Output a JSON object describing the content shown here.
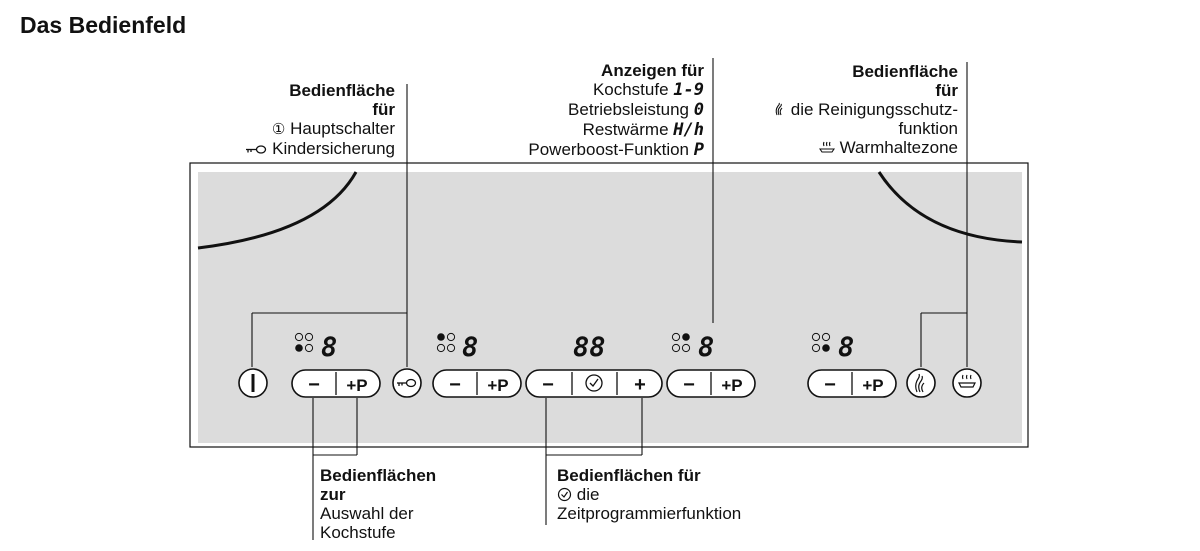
{
  "title": "Das Bedienfeld",
  "callout_main_switch": {
    "heading_line1": "Bedienfläche",
    "heading_line2": "für",
    "line1_icon": "power-icon",
    "line1": "Hauptschalter",
    "line2_icon": "key-icon",
    "line2": "Kindersicherung"
  },
  "callout_displays": {
    "heading": "Anzeigen für",
    "line1": "Kochstufe",
    "line1_symbol": "1-9",
    "line2": "Betriebsleistung",
    "line2_symbol": "0",
    "line3": "Restwärme",
    "line3_symbol": "H/h",
    "line4": "Powerboost-Funktion",
    "line4_symbol": "P"
  },
  "callout_cleaning": {
    "heading_line1": "Bedienfläche",
    "heading_line2": "für",
    "line1_icon": "cleaning-protection-icon",
    "line1": "die Reinigungsschutz-",
    "line2": "funktion",
    "line3_icon": "warming-zone-icon",
    "line3": "Warmhaltezone"
  },
  "callout_cooking_level": {
    "heading_line1": "Bedienflächen",
    "heading_line2": "zur",
    "line1": "Auswahl der",
    "line2": "Kochstufe"
  },
  "callout_timer": {
    "heading": "Bedienflächen für",
    "line1_icon": "clock-icon",
    "line1": "die",
    "line2": "Zeitprogrammierfunktion"
  },
  "panel": {
    "digit": "8",
    "timer_digits": "88",
    "minus": "−",
    "plus_p": "+P",
    "plus": "+"
  },
  "colors": {
    "panel_bg": "#dcdcdc",
    "line": "#111111"
  }
}
